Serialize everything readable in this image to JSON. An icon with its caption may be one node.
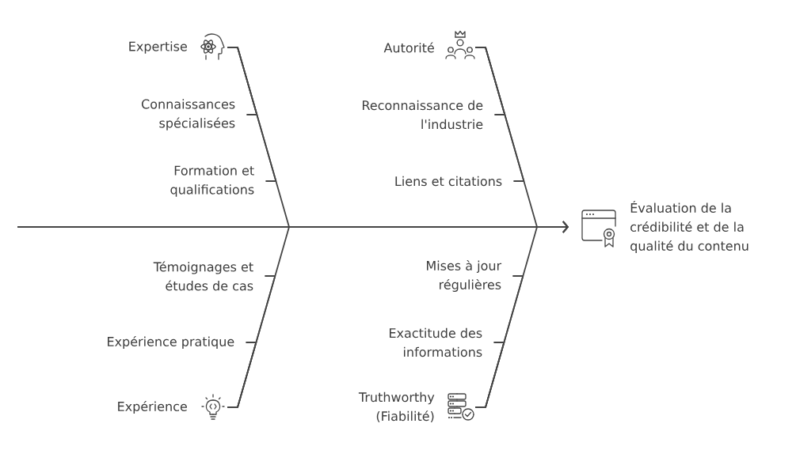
{
  "diagram": {
    "nodes": [
      {
        "text": [
          "Expertise"
        ]
      },
      {
        "text": [
          "Connaissances spécialisées"
        ]
      },
      {
        "text": [
          "Formation et qualifications"
        ]
      },
      {
        "text": [
          "Autorité"
        ]
      },
      {
        "text": [
          "Reconnaissance de l'industrie"
        ]
      },
      {
        "text": [
          "Liens et citations"
        ]
      },
      {
        "text": [
          "Expérience"
        ]
      },
      {
        "text": [
          "Témoignages et études de cas"
        ]
      },
      {
        "text": [
          "Expérience pratique"
        ]
      },
      {
        "text": [
          "Truthworthy (Fiabilité)"
        ]
      },
      {
        "text": [
          "Mises à jour régulières"
        ]
      },
      {
        "text": [
          "Exactitude des informations"
        ]
      },
      {
        "text": [
          "Évaluation de la crédibilité et de la qualité du contenu"
        ]
      }
    ],
    "edges": [
      {
        "from": null,
        "to": 12,
        "arrow": "to"
      },
      {
        "from": 0,
        "to": 12,
        "arrow": "to"
      },
      {
        "from": 1,
        "to": 0,
        "arrow": "none"
      },
      {
        "from": 2,
        "to": 0,
        "arrow": "none"
      },
      {
        "from": 3,
        "to": 12,
        "arrow": "to"
      },
      {
        "from": 4,
        "to": 3,
        "arrow": "none"
      },
      {
        "from": 5,
        "to": 3,
        "arrow": "none"
      },
      {
        "from": 6,
        "to": 12,
        "arrow": "to"
      },
      {
        "from": 7,
        "to": 6,
        "arrow": "none"
      },
      {
        "from": 8,
        "to": 6,
        "arrow": "none"
      },
      {
        "from": 9,
        "to": 12,
        "arrow": "to"
      },
      {
        "from": 10,
        "to": 9,
        "arrow": "none"
      },
      {
        "from": 11,
        "to": 9,
        "arrow": "none"
      }
    ]
  }
}
